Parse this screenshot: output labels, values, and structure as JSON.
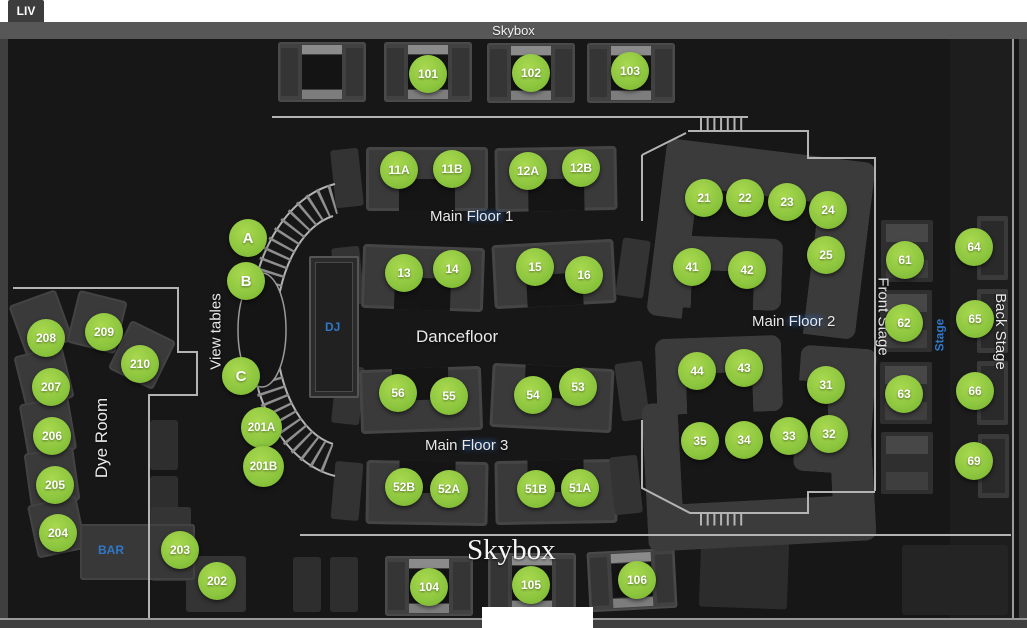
{
  "window": {
    "tab_title": "LIV"
  },
  "top_bar": {
    "label": "Skybox"
  },
  "labels": {
    "main_floor_1": "Main Floor 1",
    "main_floor_2": "Main Floor 2",
    "main_floor_3": "Main Floor 3",
    "dancefloor": "Dancefloor",
    "skybox_bottom": "Skybox",
    "view_tables": "View tables",
    "dye_room": "Dye Room",
    "front_stage": "Front Stage",
    "back_stage": "Back Stage",
    "stage": "Stage",
    "dj": "DJ",
    "bar": "BAR"
  },
  "colors": {
    "table_green": "#8dc63f",
    "accent_blue": "#2f78c8",
    "map_background": "#171717",
    "booth_gray": "#3a3a3a",
    "outline_gray": "#b4b4b4"
  },
  "tables": {
    "101": "101",
    "102": "102",
    "103": "103",
    "104": "104",
    "105": "105",
    "106": "106",
    "11A": "11A",
    "11B": "11B",
    "12A": "12A",
    "12B": "12B",
    "13": "13",
    "14": "14",
    "15": "15",
    "16": "16",
    "21": "21",
    "22": "22",
    "23": "23",
    "24": "24",
    "25": "25",
    "31": "31",
    "32": "32",
    "33": "33",
    "34": "34",
    "35": "35",
    "41": "41",
    "42": "42",
    "43": "43",
    "44": "44",
    "51A": "51A",
    "51B": "51B",
    "52A": "52A",
    "52B": "52B",
    "53": "53",
    "54": "54",
    "55": "55",
    "56": "56",
    "61": "61",
    "62": "62",
    "63": "63",
    "64": "64",
    "65": "65",
    "66": "66",
    "69": "69",
    "A": "A",
    "B": "B",
    "C": "C",
    "201A": "201A",
    "201B": "201B",
    "202": "202",
    "203": "203",
    "204": "204",
    "205": "205",
    "206": "206",
    "207": "207",
    "208": "208",
    "209": "209",
    "210": "210"
  }
}
